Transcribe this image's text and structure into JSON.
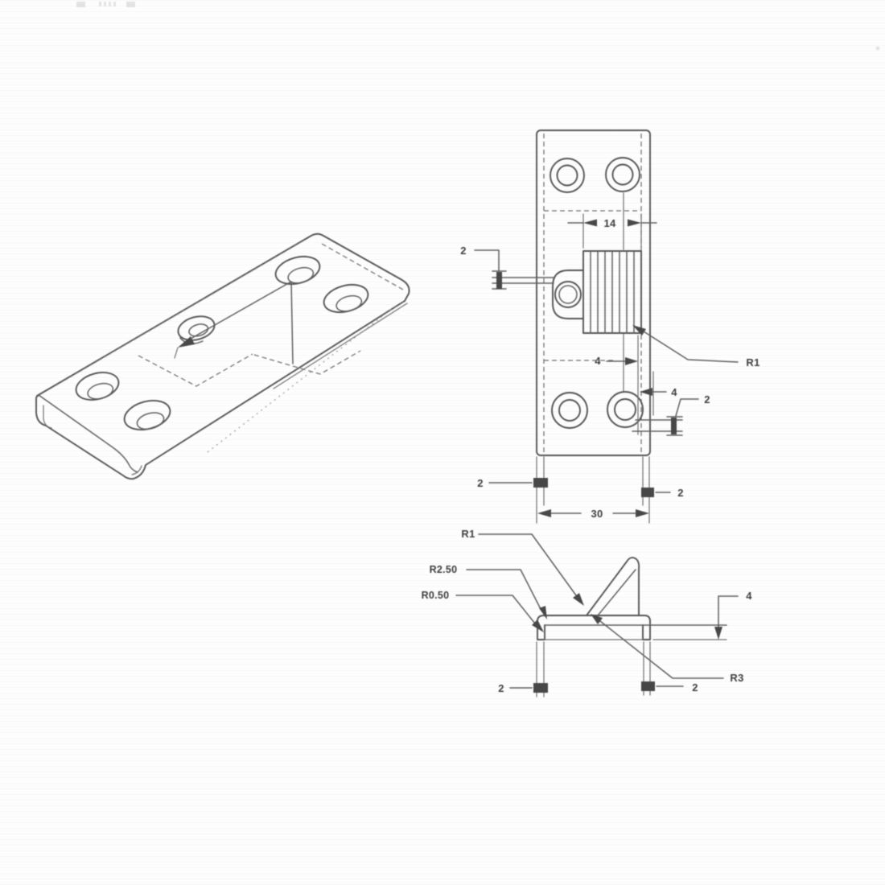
{
  "colors": {
    "line": "#545454",
    "text": "#3d3d3d",
    "background": "#fdfdfd"
  },
  "views": {
    "isometric": {},
    "plan": {
      "dim_tab_width": "14",
      "dim_tab_thickness": "2",
      "dim_tab_center_offset": "4",
      "label_tab_radius": "R1",
      "dim_hole_to_edge": "4",
      "dim_edge_offset": "2",
      "dim_left_flange_width": "2",
      "dim_right_flange_width": "2",
      "dim_overall_width": "30"
    },
    "side": {
      "label_fin_radius": "R1",
      "label_bend_radius_outer": "R2.50",
      "label_bend_radius_inner": "R0.50",
      "dim_height": "4",
      "label_tab_bend_radius": "R3",
      "dim_left_flange_thickness": "2",
      "dim_right_flange_thickness": "2"
    }
  }
}
